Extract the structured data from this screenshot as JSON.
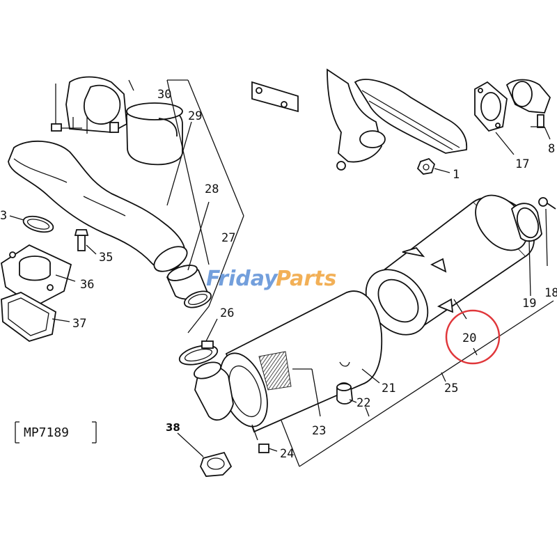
{
  "diagram": {
    "drawing_code": "MP7189",
    "watermark": {
      "part1": "Friday",
      "part2": "Parts",
      "color_blue": "#5b8fd6",
      "color_orange": "#f0a33a"
    },
    "highlight": {
      "label": "20",
      "color": "#e0363a"
    },
    "callouts": {
      "c1": "1",
      "c3": "3",
      "c8": "8",
      "c17": "17",
      "c18": "18",
      "c19": "19",
      "c20": "20",
      "c21": "21",
      "c22": "22",
      "c23": "23",
      "c24": "24",
      "c25": "25",
      "c26": "26",
      "c27": "27",
      "c28": "28",
      "c29": "29",
      "c30": "30",
      "c35": "35",
      "c36": "36",
      "c37": "37",
      "c38": "38"
    }
  }
}
